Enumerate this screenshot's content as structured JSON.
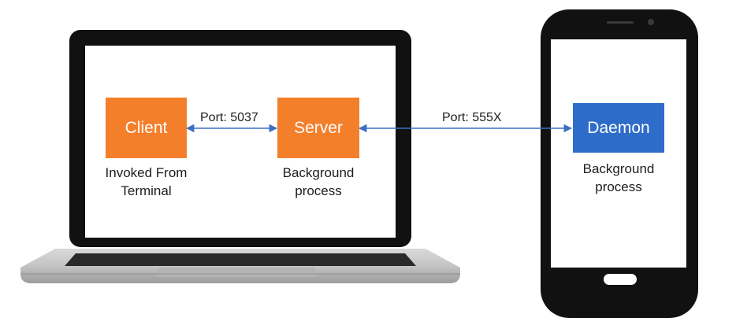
{
  "laptop": {
    "client": {
      "label": "Client",
      "caption_line1": "Invoked From",
      "caption_line2": "Terminal"
    },
    "server": {
      "label": "Server",
      "caption_line1": "Background",
      "caption_line2": "process"
    },
    "client_server_port": "Port: 5037"
  },
  "phone": {
    "daemon": {
      "label": "Daemon",
      "caption_line1": "Background",
      "caption_line2": "process"
    }
  },
  "server_daemon_port": "Port: 555X",
  "colors": {
    "client_server_box": "#f47f2a",
    "daemon_box": "#2e6cc9",
    "connector": "#3c6fc4"
  }
}
